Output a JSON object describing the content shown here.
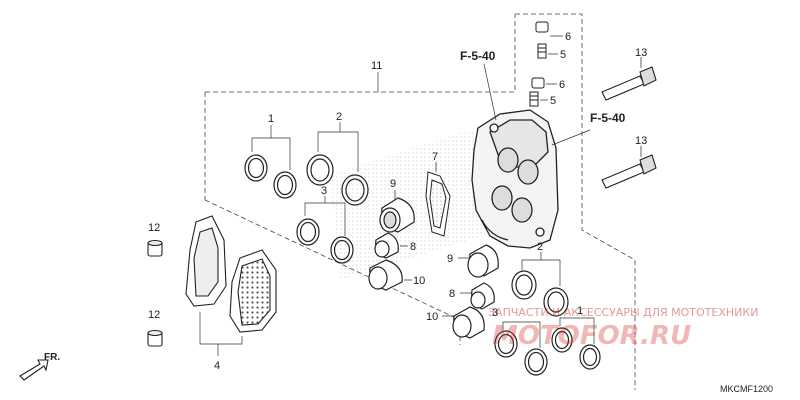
{
  "callouts": {
    "c1a": "1",
    "c2a": "2",
    "c3a": "3",
    "c9a": "9",
    "c8a": "8",
    "c10a": "10",
    "c7": "7",
    "c11": "11",
    "c6a": "6",
    "c5a": "5",
    "c6b": "6",
    "c5b": "5",
    "c13a": "13",
    "c13b": "13",
    "c12a": "12",
    "c12b": "12",
    "c4": "4",
    "c9b": "9",
    "c8b": "8",
    "c10b": "10",
    "c2b": "2",
    "c3b": "3",
    "c1b": "1"
  },
  "refs": {
    "ref_top": "F-5-40",
    "ref_right": "F-5-40"
  },
  "direction_label": "FR.",
  "diagram_code": "MKCMF1200",
  "watermark": {
    "text": "ЗАПЧАСТИ И АКСЕССУАРЫ ДЛЯ МОТОТЕХНИКИ",
    "logo": "MOTOFOR.RU"
  },
  "colors": {
    "line": "#333333",
    "watermark": "#d8342c"
  }
}
